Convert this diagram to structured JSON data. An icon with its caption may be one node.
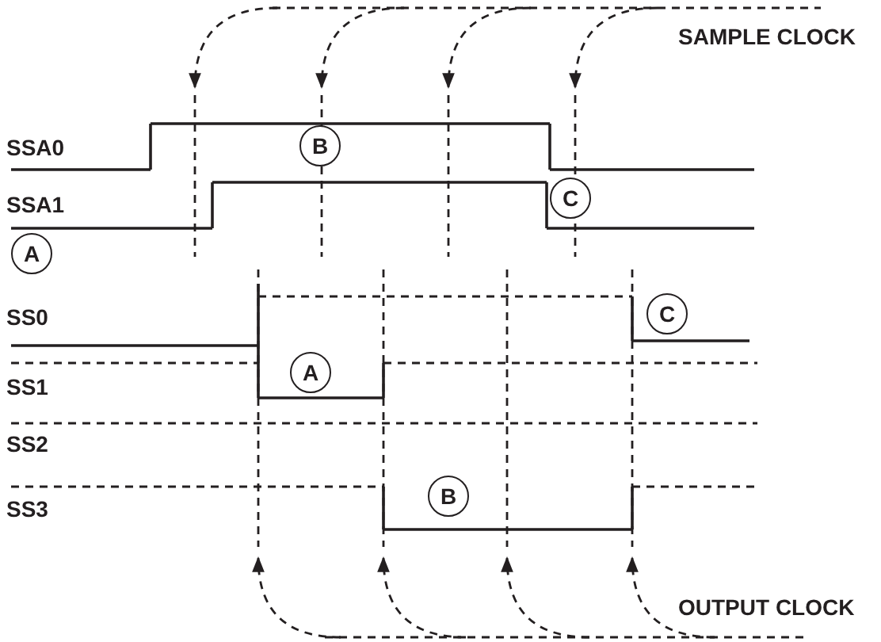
{
  "diagram": {
    "nodes": [
      {
        "text": [
          "B"
        ]
      },
      {
        "text": [
          "C"
        ]
      },
      {
        "text": [
          "A"
        ]
      },
      {
        "text": [
          "C"
        ]
      },
      {
        "text": [
          "A"
        ]
      },
      {
        "text": [
          "B"
        ]
      }
    ],
    "labels": [
      "SAMPLE CLOCK",
      "SSA0",
      "SSA1",
      "SS0",
      "SS1",
      "SS2",
      "SS3",
      "OUTPUT CLOCK"
    ]
  }
}
